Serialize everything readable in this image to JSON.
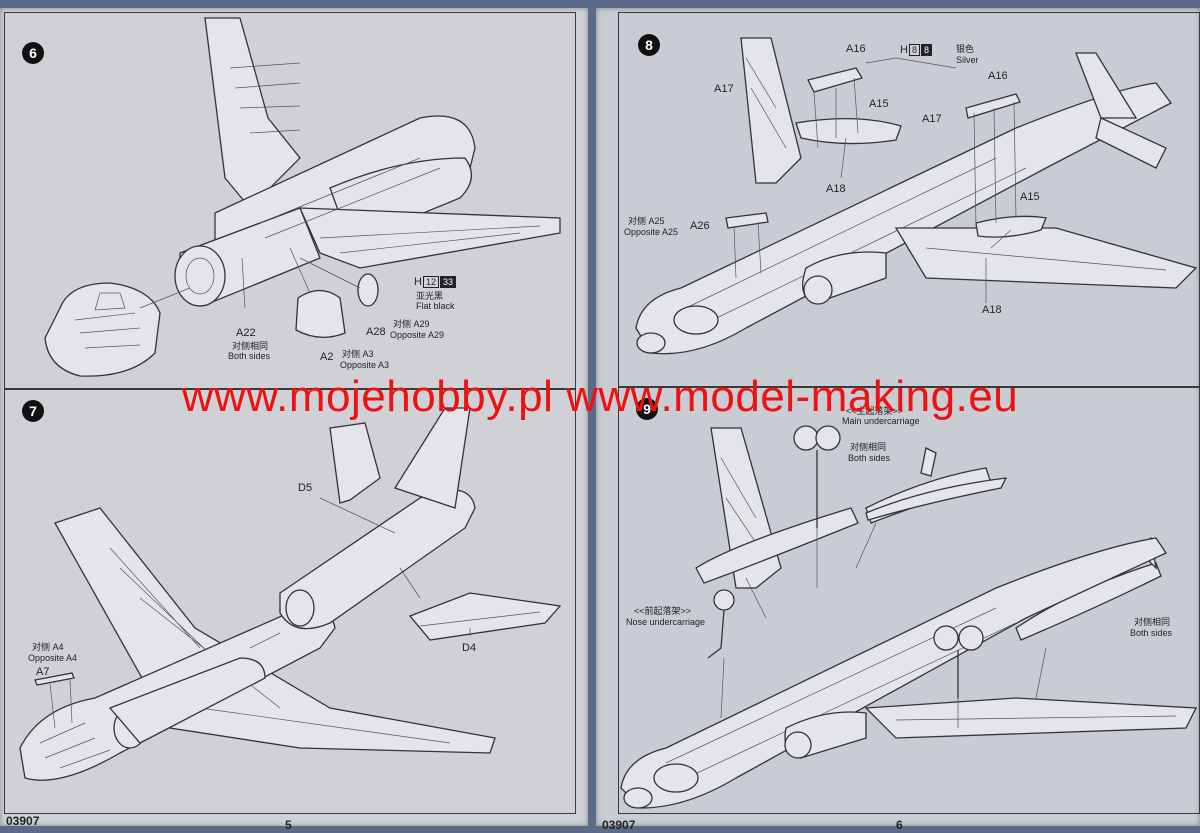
{
  "watermark": "www.mojehobby.pl www.model-making.eu",
  "left_page": {
    "footer_code": "03907",
    "page_number": "5",
    "step6": {
      "number": "6",
      "paint": {
        "prefix": "H",
        "code1": "12",
        "code2": "33",
        "chinese": "亚光黑",
        "english": "Flat black"
      },
      "labels": {
        "a22": "A22",
        "a22_cn": "对侧相同",
        "a22_en": "Both sides",
        "a28": "A28",
        "a29_line": "对侧 A29",
        "a29_en": "Opposite A29",
        "a2": "A2",
        "a3_line": "对侧 A3",
        "a3_en": "Opposite A3"
      }
    },
    "step7": {
      "number": "7",
      "labels": {
        "d5": "D5",
        "d4": "D4",
        "a4_line": "对侧 A4",
        "a4_en": "Opposite A4",
        "a7": "A7"
      }
    }
  },
  "right_page": {
    "footer_code": "03907",
    "page_number": "6",
    "step8": {
      "number": "8",
      "paint": {
        "prefix": "H",
        "code1": "8",
        "code2": "8",
        "chinese": "银色",
        "english": "Silver"
      },
      "labels": {
        "a16_left": "A16",
        "a16_right": "A16",
        "a17_left": "A17",
        "a17_right": "A17",
        "a15_top": "A15",
        "a15_mid": "A15",
        "a18_top": "A18",
        "a18_bottom": "A18",
        "a26": "A26",
        "a25_line": "对侧 A25",
        "a25_en": "Opposite A25"
      }
    },
    "step9": {
      "number": "9",
      "labels": {
        "main_cn": "<<主起落架>>",
        "main_en": "Main undercarriage",
        "both1_cn": "对侧相同",
        "both1_en": "Both sides",
        "nose_cn": "<<前起落架>>",
        "nose_en": "Nose undercarriage",
        "both2_cn": "对侧相同",
        "both2_en": "Both sides"
      }
    }
  }
}
